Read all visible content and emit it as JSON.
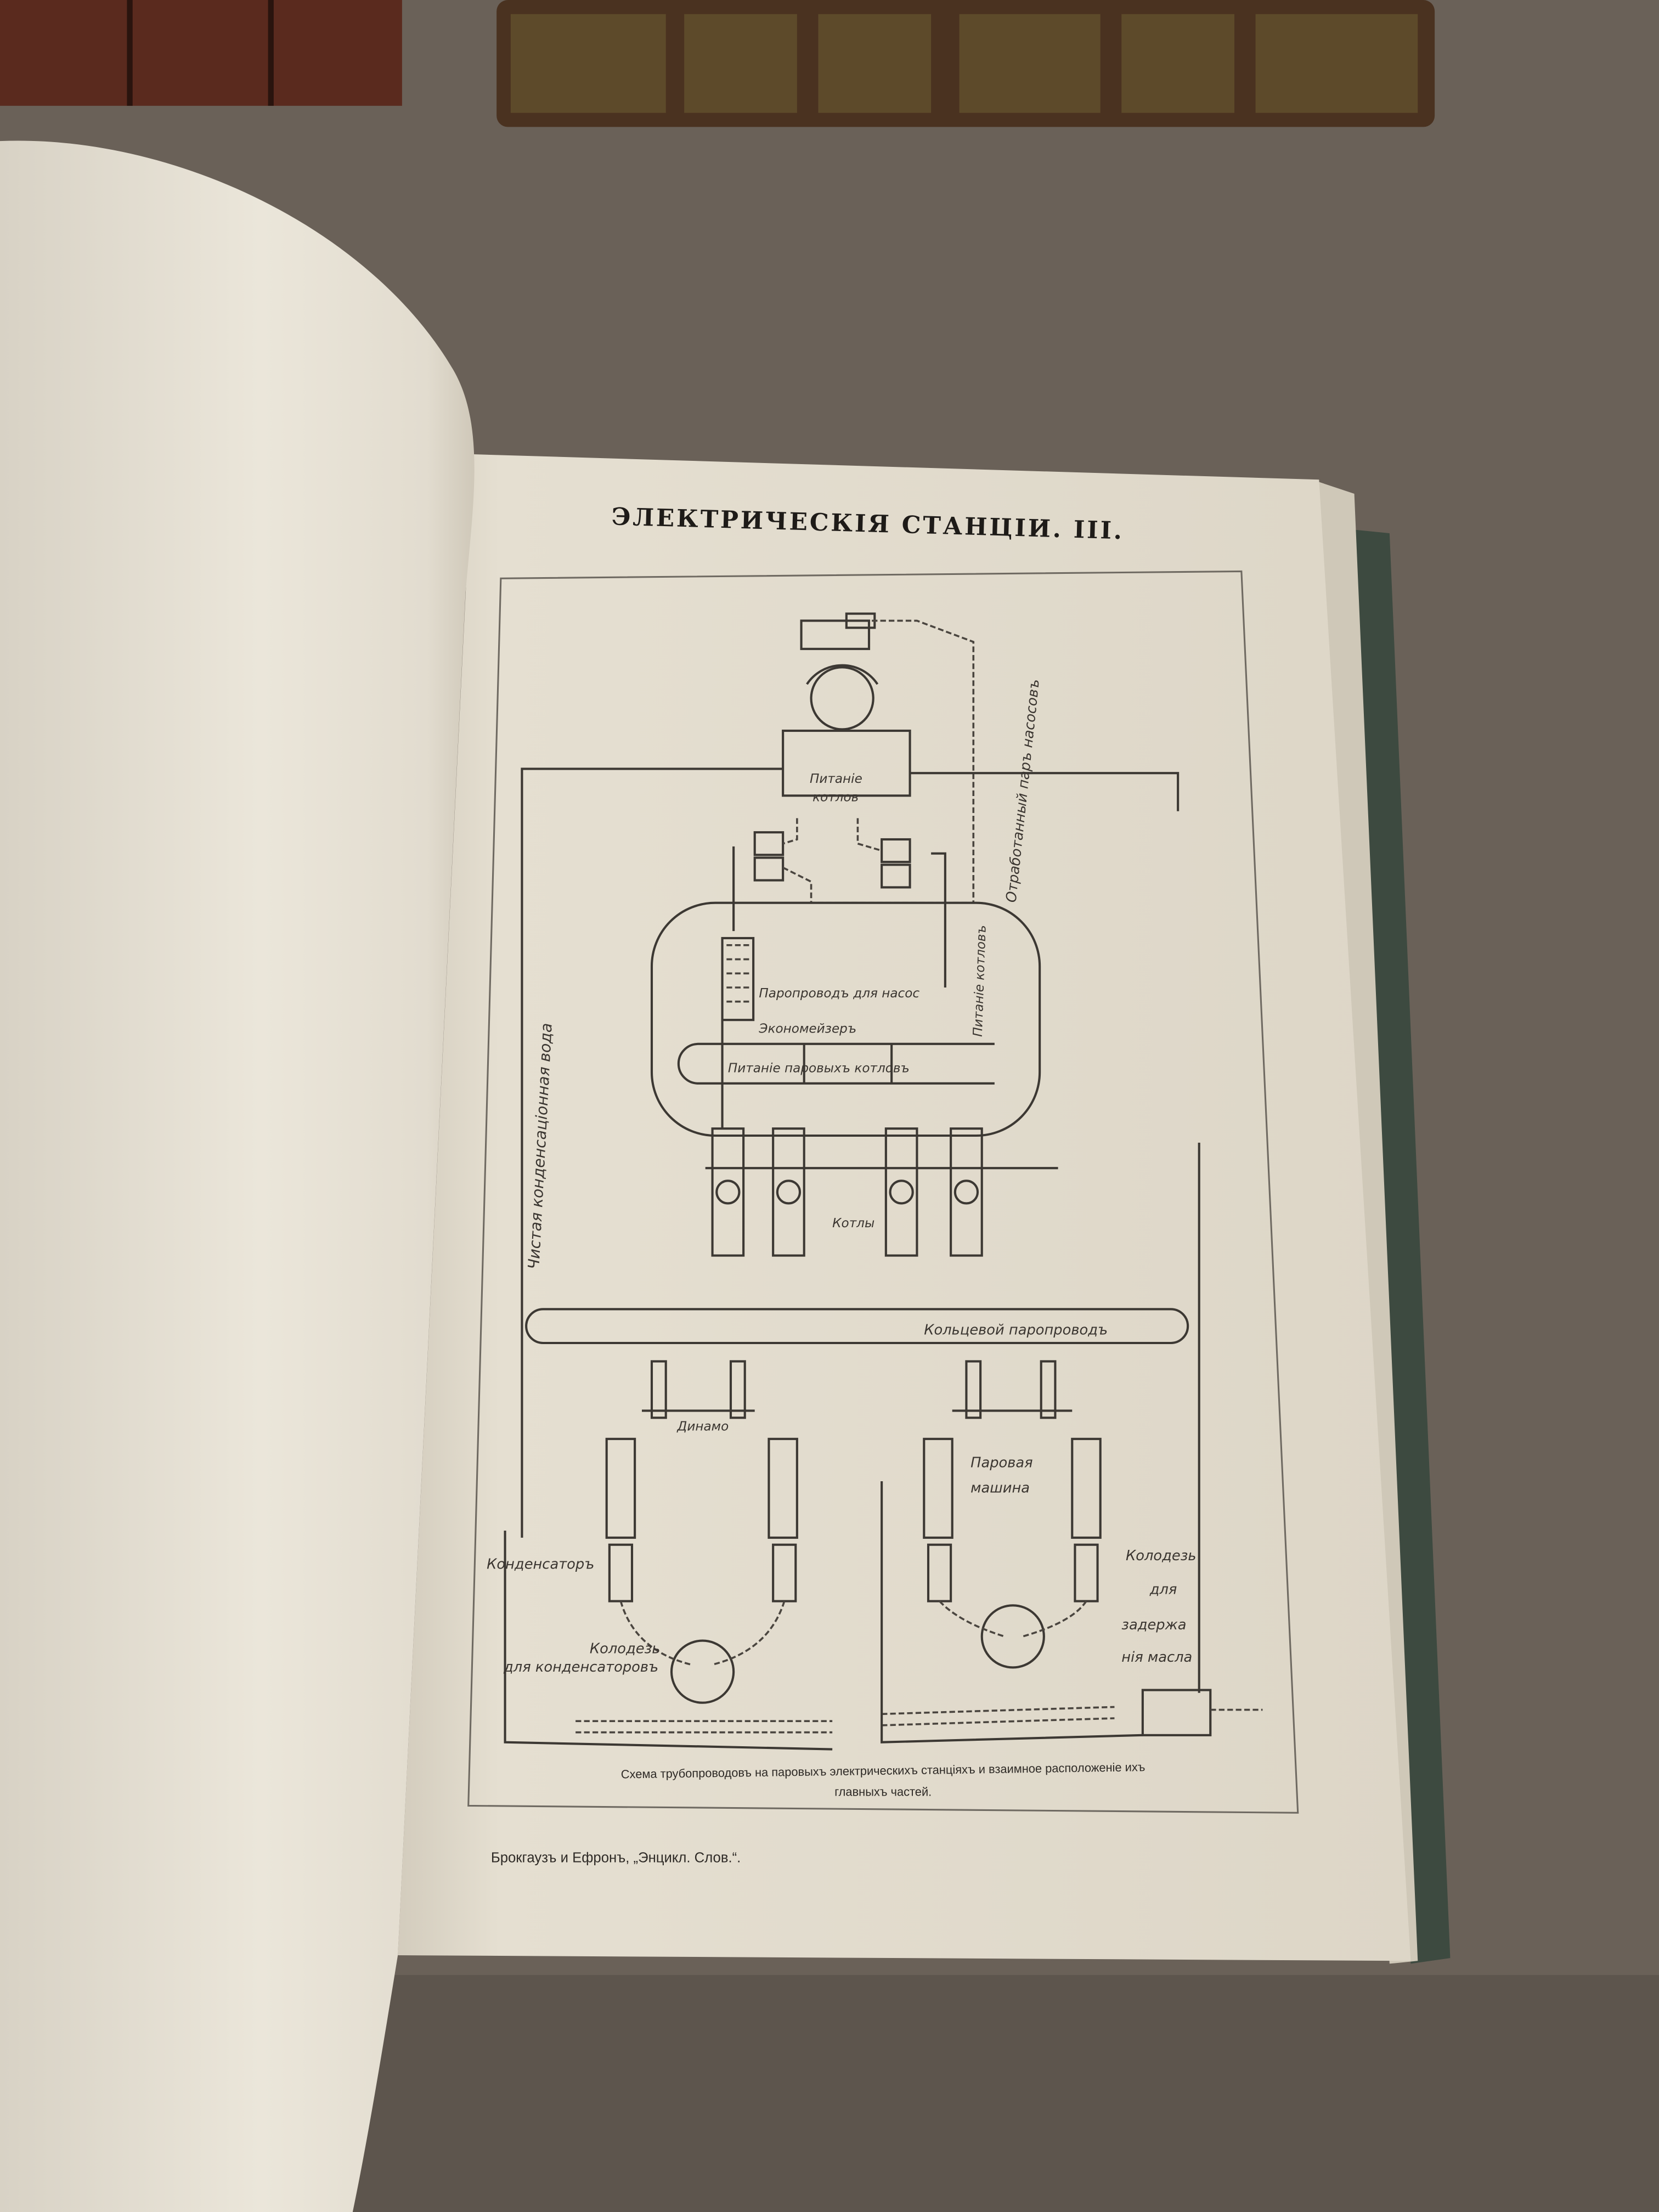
{
  "page": {
    "header": "ЭЛЕКТРИЧЕСКІЯ СТАНЦІИ. III.",
    "caption_line1": "Схема трубопроводовъ на паровыхъ электрическихъ станціяхъ и взаимное расположеніе ихъ",
    "caption_line2": "главныхъ частей.",
    "footer": "Брокгаузъ и Ефронъ, „Энцикл. Слов.“."
  },
  "diagram": {
    "labels": {
      "boiler_feed": "Питаніе",
      "boiler_feed2": "котлов",
      "exhaust_steam": "Отработанный паръ насосовъ",
      "pump_steam": "Паропроводъ для насос",
      "economizer": "Экономейзеръ",
      "boiler_feed_vertical": "Питаніе котловъ",
      "steam_boiler_feed": "Питаніе паровыхъ котловъ",
      "boilers": "Котлы",
      "clean_condensate": "Чистая конденсаціонная вода",
      "ring_main": "Кольцевой паропроводъ",
      "dynamo": "Динамо",
      "steam_engine1": "Паровая",
      "steam_engine2": "машина",
      "condenser": "Конденсаторъ",
      "well1": "Колодезь",
      "well2": "для конденсаторовъ",
      "oil_well1": "Колодезь",
      "oil_well2": "для",
      "oil_well3": "задержа",
      "oil_well4": "нія масла"
    }
  },
  "colors": {
    "background": "#6a6158",
    "page": "#e6e0d2",
    "cover": "#3d4a40",
    "ink": "#2e2a26"
  }
}
